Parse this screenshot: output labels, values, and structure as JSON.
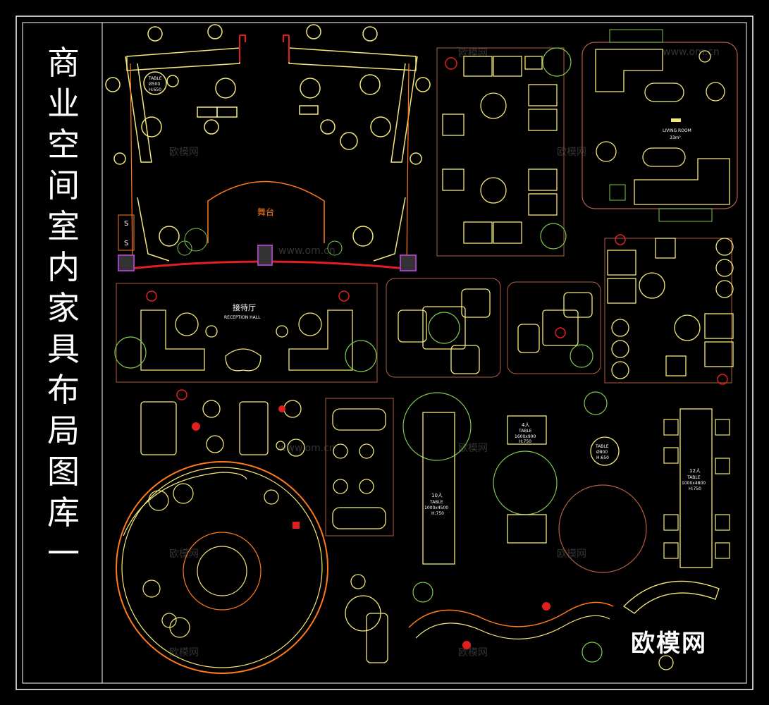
{
  "title": "商业空间室内家具布局图库一",
  "brand_watermark": "欧模网",
  "watermark_small": "欧模网",
  "watermark_url": "www.om.cn",
  "labels": {
    "stage": "舞台",
    "reception_cn": "接待厅",
    "reception_en": "RECEPTION HALL",
    "living_room": "LIVING ROOM",
    "living_area": "33m²",
    "table_small": "TABLE",
    "table_small_size": "Ø500",
    "table_small_h": "H:650",
    "table_10_people": "10人",
    "table_10_name": "TABLE",
    "table_10_size": "1000x4500",
    "table_10_h": "H:750",
    "table_4_people": "4人",
    "table_4_name": "TABLE",
    "table_4_size": "1600x900",
    "table_4_h": "H:750",
    "table_12_people": "12人",
    "table_12_name": "TABLE",
    "table_12_size": "1000x4800",
    "table_12_h": "H:750",
    "table_round_name": "TABLE",
    "table_round_size": "Ø800",
    "table_round_h": "H:650",
    "s_mark": "S"
  },
  "colors": {
    "background": "#000000",
    "frame": "#ffffff",
    "furniture": "#f5e87a",
    "furniture_light": "#fff6a8",
    "accent_red": "#e02020",
    "accent_orange": "#ff7a1a",
    "plant_green": "#7ec850",
    "room_border": "#b06040",
    "purple": "#a040c0",
    "text": "#ffffff"
  }
}
